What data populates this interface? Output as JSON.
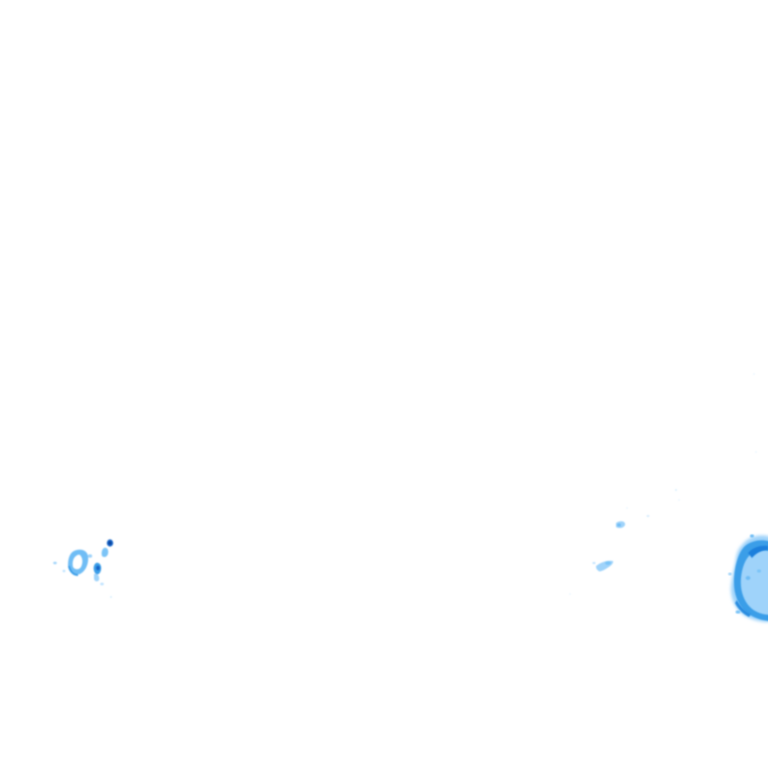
{
  "map": {
    "background_color": "#ffffff",
    "palette": {
      "pale": "#bfe3ff",
      "light": "#7cc4f7",
      "medium": "#3a9ee8",
      "dark": "#1565c8",
      "deep": "#0a3f9a"
    },
    "features": [
      {
        "name": "echo-cluster-west"
      },
      {
        "name": "echo-cluster-central-east"
      },
      {
        "name": "echo-cell-east"
      }
    ]
  }
}
